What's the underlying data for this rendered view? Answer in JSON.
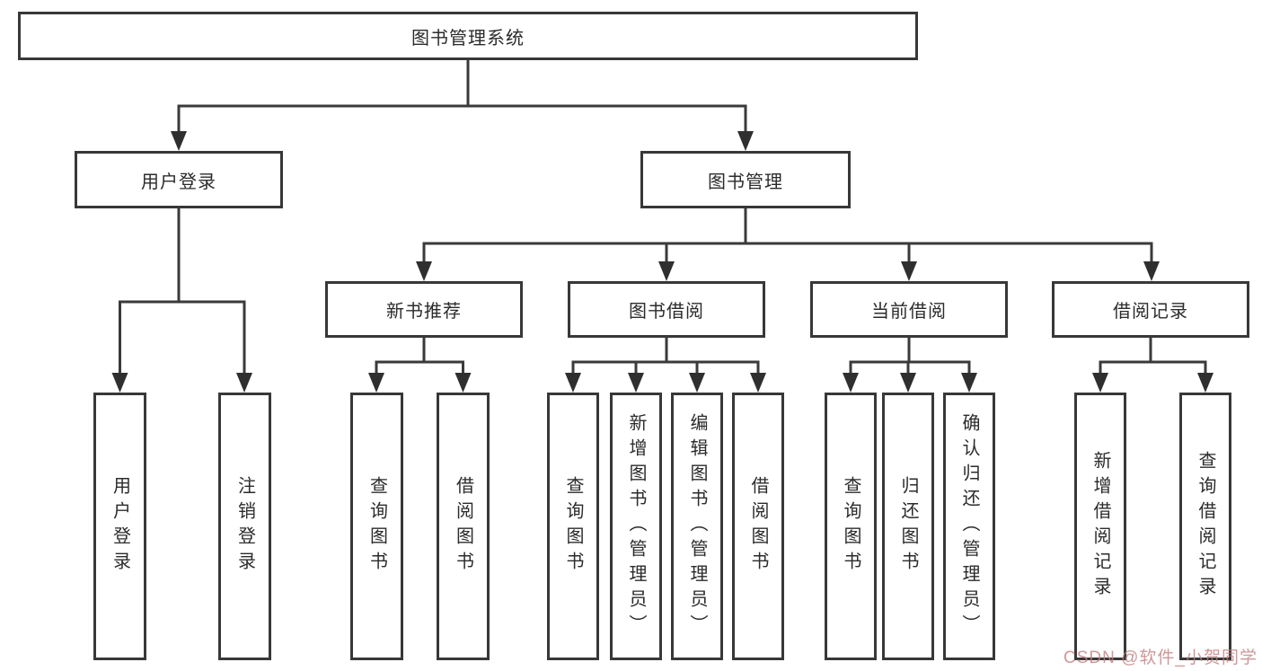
{
  "root": {
    "label": "图书管理系统"
  },
  "level2": [
    {
      "label": "用户登录"
    },
    {
      "label": "图书管理"
    }
  ],
  "modules": [
    {
      "label": "新书推荐"
    },
    {
      "label": "图书借阅"
    },
    {
      "label": "当前借阅"
    },
    {
      "label": "借阅记录"
    }
  ],
  "leaves": {
    "login": [
      "用户登录",
      "注销登录"
    ],
    "newbook": [
      "查询图书",
      "借阅图书"
    ],
    "borrow": [
      "查询图书",
      "新增图书（管理员）",
      "编辑图书（管理员）",
      "借阅图书"
    ],
    "current": [
      "查询图书",
      "归还图书",
      "确认归还（管理员）"
    ],
    "records": [
      "新增借阅记录",
      "查询借阅记录"
    ]
  },
  "watermark": "CSDN @软件_小贺同学",
  "colors": {
    "background": "#ffffff",
    "line": "#3a3a3a",
    "border": "#383838",
    "text": "#2b2b2b",
    "watermark": "#c37d7d"
  }
}
